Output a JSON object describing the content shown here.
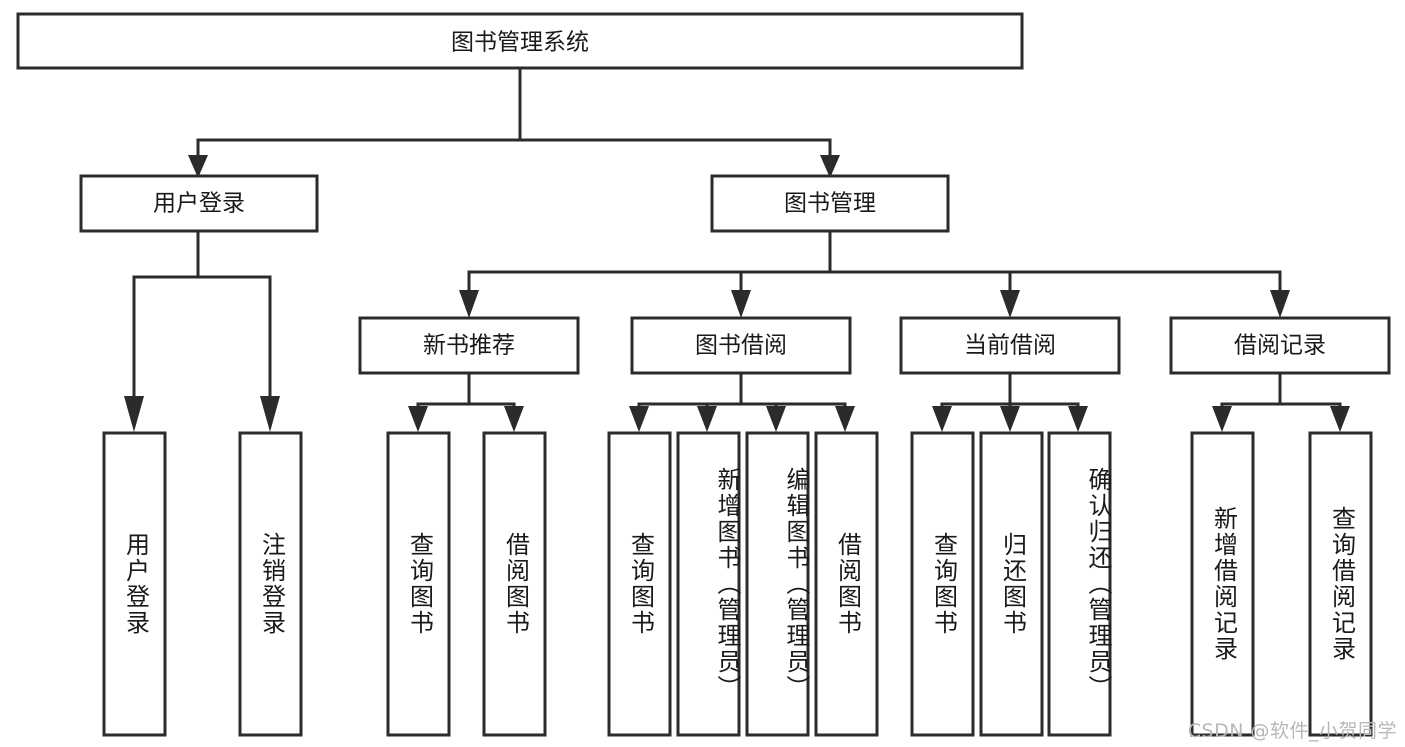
{
  "diagram": {
    "type": "tree",
    "title": "图书管理系统",
    "root": {
      "id": "root",
      "label": "图书管理系统",
      "orientation": "horizontal"
    },
    "level2": [
      {
        "id": "user-login",
        "label": "用户登录",
        "orientation": "horizontal"
      },
      {
        "id": "book-manage",
        "label": "图书管理",
        "orientation": "horizontal"
      }
    ],
    "level3": [
      {
        "id": "new-book-recommend",
        "label": "新书推荐",
        "orientation": "horizontal",
        "parent": "book-manage"
      },
      {
        "id": "book-borrow",
        "label": "图书借阅",
        "orientation": "horizontal",
        "parent": "book-manage"
      },
      {
        "id": "current-borrow",
        "label": "当前借阅",
        "orientation": "horizontal",
        "parent": "book-manage"
      },
      {
        "id": "borrow-record",
        "label": "借阅记录",
        "orientation": "horizontal",
        "parent": "book-manage"
      }
    ],
    "leaves": [
      {
        "id": "leaf-user-login",
        "label": "用户登录",
        "orientation": "vertical",
        "parent": "user-login"
      },
      {
        "id": "leaf-user-logout",
        "label": "注销登录",
        "orientation": "vertical",
        "parent": "user-login"
      },
      {
        "id": "leaf-query-book-1",
        "label": "查询图书",
        "orientation": "vertical",
        "parent": "new-book-recommend"
      },
      {
        "id": "leaf-borrow-book-1",
        "label": "借阅图书",
        "orientation": "vertical",
        "parent": "new-book-recommend"
      },
      {
        "id": "leaf-query-book-2",
        "label": "查询图书",
        "orientation": "vertical",
        "parent": "book-borrow"
      },
      {
        "id": "leaf-add-book",
        "label": "新增图书（管理员）",
        "orientation": "vertical",
        "parent": "book-borrow"
      },
      {
        "id": "leaf-edit-book",
        "label": "编辑图书（管理员）",
        "orientation": "vertical",
        "parent": "book-borrow"
      },
      {
        "id": "leaf-borrow-book-2",
        "label": "借阅图书",
        "orientation": "vertical",
        "parent": "book-borrow"
      },
      {
        "id": "leaf-query-book-3",
        "label": "查询图书",
        "orientation": "vertical",
        "parent": "current-borrow"
      },
      {
        "id": "leaf-return-book",
        "label": "归还图书",
        "orientation": "vertical",
        "parent": "current-borrow"
      },
      {
        "id": "leaf-confirm-return",
        "label": "确认归还（管理员）",
        "orientation": "vertical",
        "parent": "current-borrow"
      },
      {
        "id": "leaf-add-record",
        "label": "新增借阅记录",
        "orientation": "vertical",
        "parent": "borrow-record"
      },
      {
        "id": "leaf-query-record",
        "label": "查询借阅记录",
        "orientation": "vertical",
        "parent": "borrow-record"
      }
    ]
  },
  "watermark": {
    "text": "CSDN @软件_小贺同学"
  },
  "colors": {
    "stroke": "#2b2b2b",
    "box_fill": "#ffffff",
    "text": "#1a1a1a",
    "background": "#ffffff",
    "watermark": "#b8b8b8"
  }
}
